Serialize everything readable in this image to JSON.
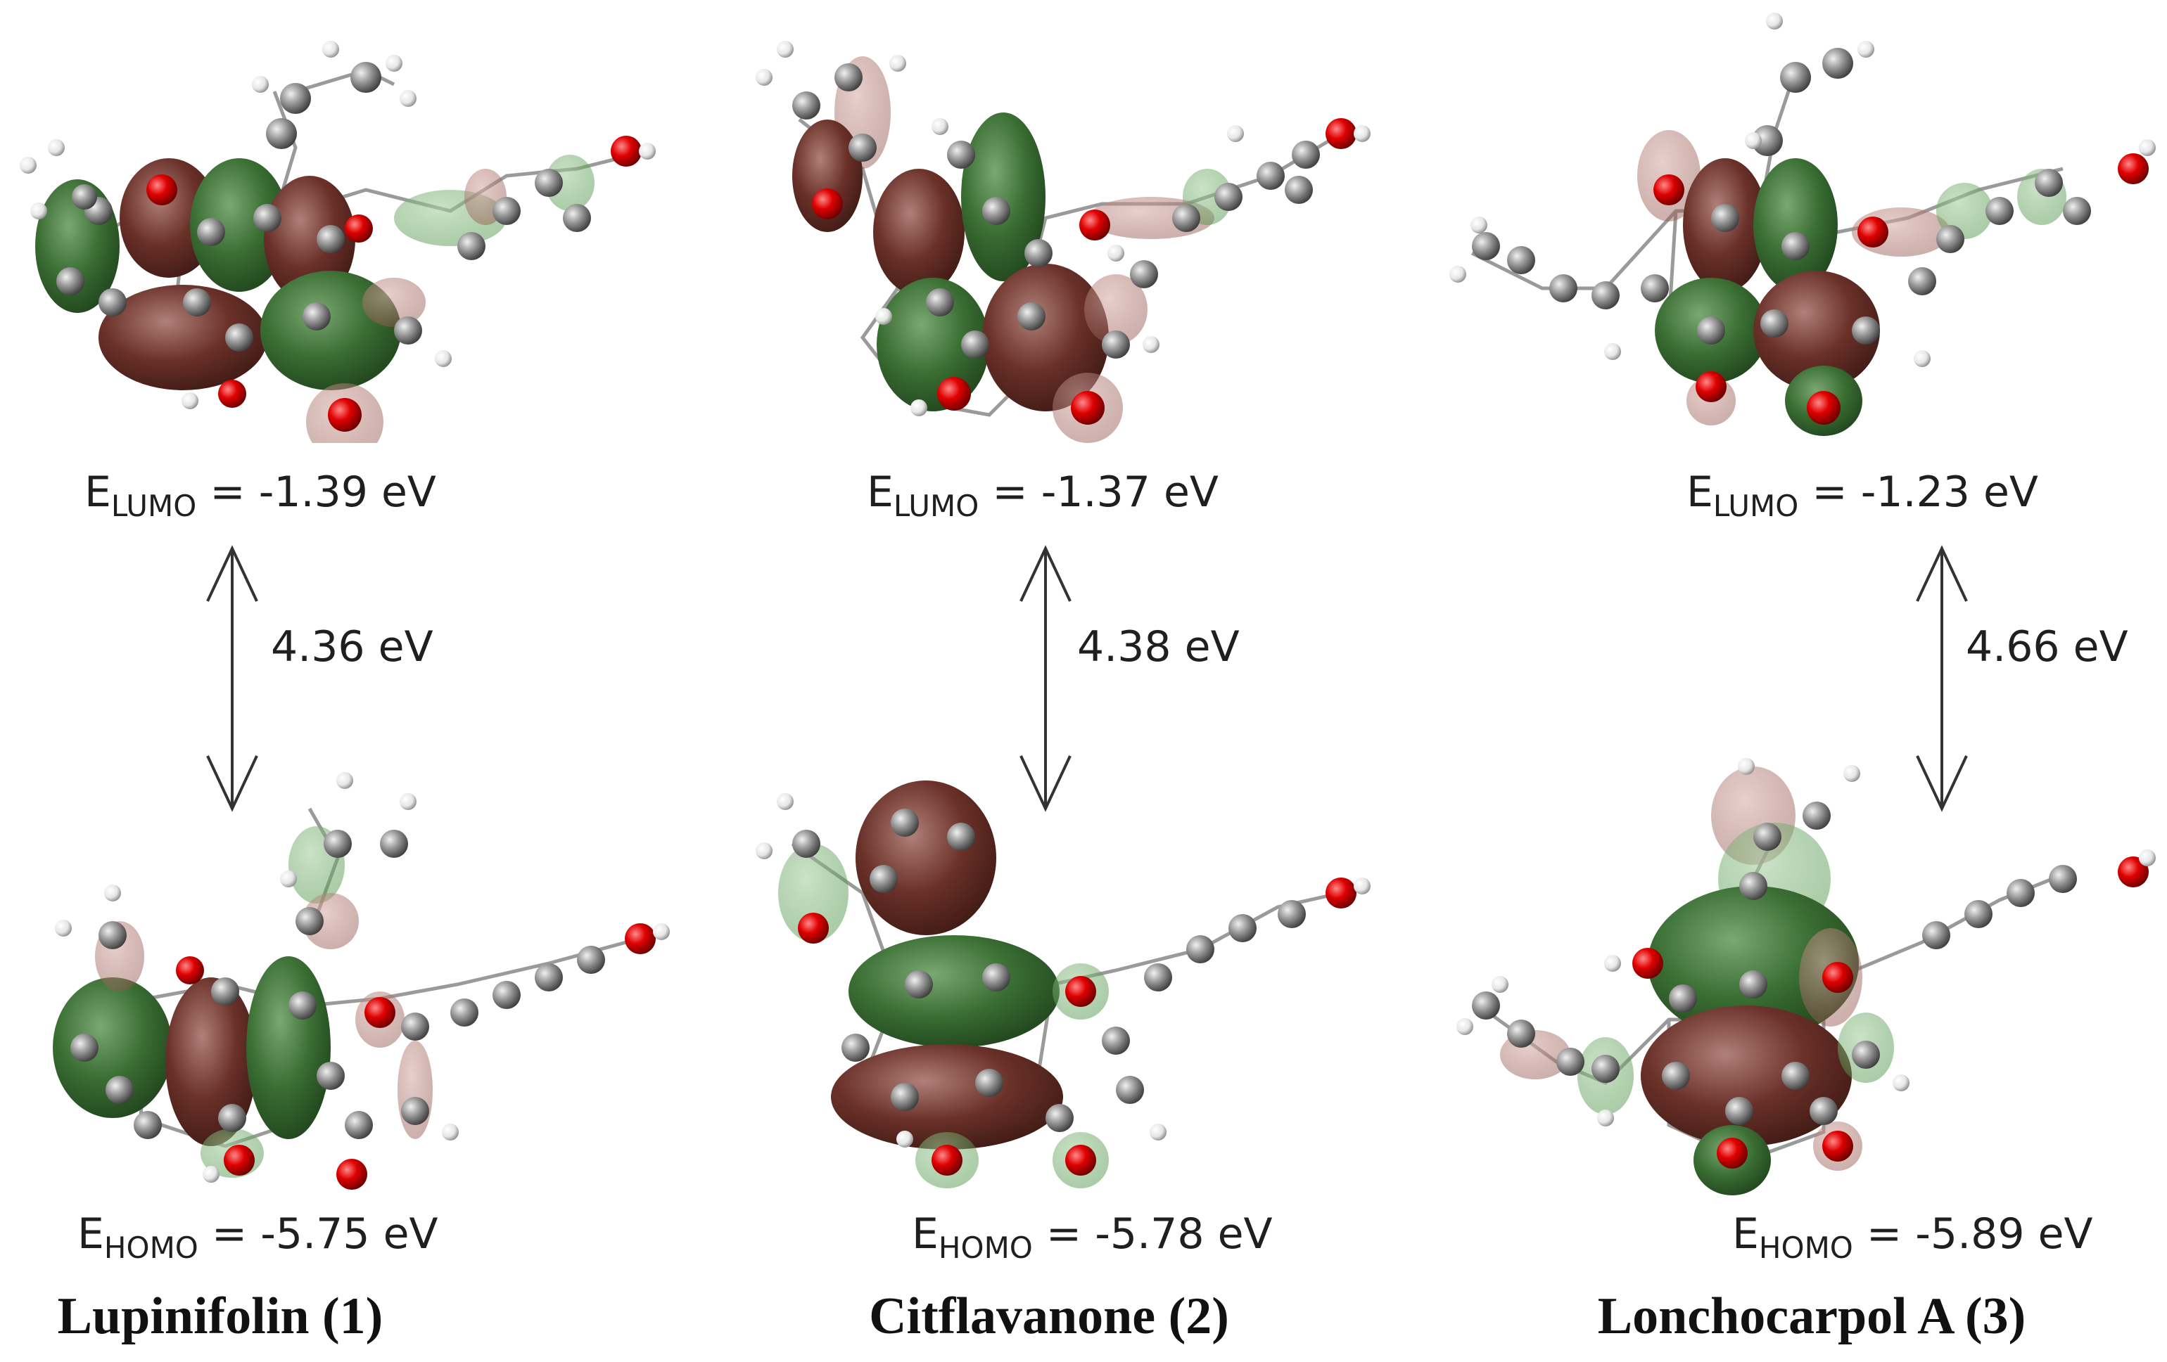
{
  "colors": {
    "lobe_green": "#2e6b2a",
    "lobe_brown": "#5e2a23",
    "oxygen": "#d10000",
    "carbon": "#8a8a8a",
    "hydrogen": "#f2f2f2",
    "bond": "#9a9a9a"
  },
  "panels": [
    {
      "lumo": {
        "symbol": "E",
        "subscript": "LUMO",
        "value": " = -1.39 eV"
      },
      "gap": "4.36 eV",
      "homo": {
        "symbol": "E",
        "subscript": "HOMO",
        "value": " = -5.75 eV"
      },
      "name": "Lupinifolin (1)"
    },
    {
      "lumo": {
        "symbol": "E",
        "subscript": "LUMO",
        "value": " = -1.37 eV"
      },
      "gap": "4.38 eV",
      "homo": {
        "symbol": "E",
        "subscript": "HOMO",
        "value": " = -5.78 eV"
      },
      "name": "Citflavanone (2)"
    },
    {
      "lumo": {
        "symbol": "E",
        "subscript": "LUMO",
        "value": " = -1.23 eV"
      },
      "gap": "4.66 eV",
      "homo": {
        "symbol": "E",
        "subscript": "HOMO",
        "value": " = -5.89 eV"
      },
      "name": "Lonchocarpol A (3)"
    }
  ]
}
